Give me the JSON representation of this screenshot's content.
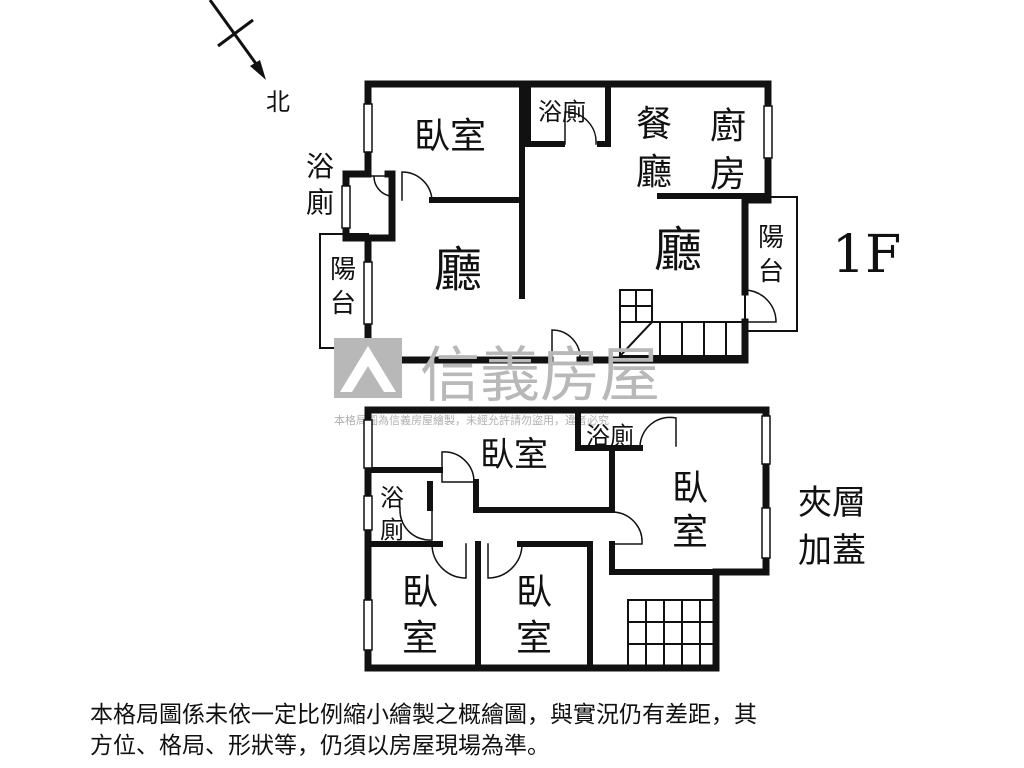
{
  "compass": {
    "north_label": "北"
  },
  "floor1": {
    "label": "1F",
    "rooms": {
      "bedroom": "臥室",
      "bath_top": "浴廁",
      "dining_1": "餐",
      "dining_2": "廳",
      "kitchen_1": "廚",
      "kitchen_2": "房",
      "bath_left_1": "浴",
      "bath_left_2": "廁",
      "living_left": "廳",
      "living_right": "廳",
      "balcony_left_1": "陽",
      "balcony_left_2": "台",
      "balcony_right_1": "陽",
      "balcony_right_2": "台"
    }
  },
  "mezzanine": {
    "label_1": "夾層",
    "label_2": "加蓋",
    "rooms": {
      "bedroom_top": "臥室",
      "bath_top": "浴廁",
      "bedroom_right_1": "臥",
      "bedroom_right_2": "室",
      "bath_left_1": "浴",
      "bath_left_2": "廁",
      "bedroom_bl_1": "臥",
      "bedroom_bl_2": "室",
      "bedroom_bm_1": "臥",
      "bedroom_bm_2": "室"
    }
  },
  "watermark": {
    "brand": "信義房屋",
    "notice": "本格局圖為信義房屋繪製，未經允許請勿盜用，違者必究"
  },
  "caption": {
    "line1": "本格局圖係未依一定比例縮小繪製之概繪圖，與實況仍有差距，其",
    "line2": "方位、格局、形狀等，仍須以房屋現場為準。"
  },
  "colors": {
    "wall": "#111111",
    "watermark": "#b8b8b8"
  }
}
